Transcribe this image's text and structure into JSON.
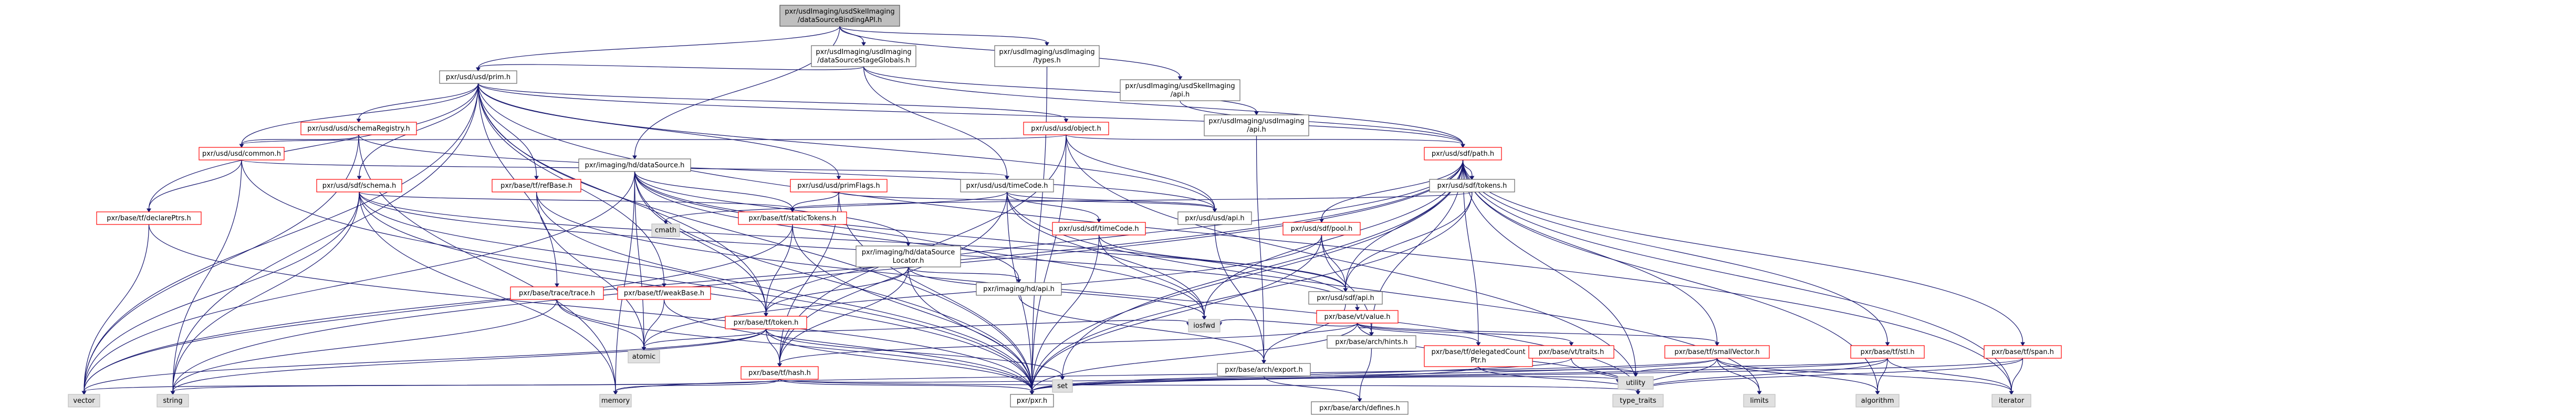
{
  "nodes": [
    {
      "id": "root",
      "style": "root",
      "lines": [
        "pxr/usdImaging/usdSkelImaging",
        "/dataSourceBindingAPI.h"
      ]
    },
    {
      "id": "dsStageGlobals",
      "style": "normal",
      "lines": [
        "pxr/usdImaging/usdImaging",
        "/dataSourceStageGlobals.h"
      ]
    },
    {
      "id": "types",
      "style": "normal",
      "lines": [
        "pxr/usdImaging/usdImaging",
        "/types.h"
      ]
    },
    {
      "id": "skelApi",
      "style": "normal",
      "lines": [
        "pxr/usdImaging/usdSkelImaging",
        "/api.h"
      ]
    },
    {
      "id": "prim",
      "style": "normal",
      "lines": [
        "pxr/usd/usd/prim.h"
      ]
    },
    {
      "id": "dataSource",
      "style": "normal",
      "lines": [
        "pxr/imaging/hd/dataSource.h"
      ]
    },
    {
      "id": "usdImagingApi",
      "style": "normal",
      "lines": [
        "pxr/usdImaging/usdImaging",
        "/api.h"
      ]
    },
    {
      "id": "schemaRegistry",
      "style": "red",
      "lines": [
        "pxr/usd/usd/schemaRegistry.h"
      ]
    },
    {
      "id": "object",
      "style": "red",
      "lines": [
        "pxr/usd/usd/object.h"
      ]
    },
    {
      "id": "common",
      "style": "red",
      "lines": [
        "pxr/usd/usd/common.h"
      ]
    },
    {
      "id": "path",
      "style": "red",
      "lines": [
        "pxr/usd/sdf/path.h"
      ]
    },
    {
      "id": "tokens",
      "style": "normal",
      "lines": [
        "pxr/usd/sdf/tokens.h"
      ]
    },
    {
      "id": "timeCode",
      "style": "normal",
      "lines": [
        "pxr/usd/usd/timeCode.h"
      ]
    },
    {
      "id": "primFlags",
      "style": "red",
      "lines": [
        "pxr/usd/usd/primFlags.h"
      ]
    },
    {
      "id": "refBase",
      "style": "red",
      "lines": [
        "pxr/base/tf/refBase.h"
      ]
    },
    {
      "id": "fileSchema",
      "style": "red",
      "lines": [
        "pxr/usd/sdf/schema.h"
      ]
    },
    {
      "id": "declarePtrs",
      "style": "red",
      "lines": [
        "pxr/base/tf/declarePtrs.h"
      ]
    },
    {
      "id": "staticTokens",
      "style": "red",
      "lines": [
        "pxr/base/tf/staticTokens.h"
      ]
    },
    {
      "id": "dsLocator",
      "style": "normal",
      "lines": [
        "pxr/imaging/hd/dataSource",
        "Locator.h"
      ]
    },
    {
      "id": "sdfTimeCode",
      "style": "red",
      "lines": [
        "pxr/usd/sdf/timeCode.h"
      ]
    },
    {
      "id": "pool",
      "style": "red",
      "lines": [
        "pxr/usd/sdf/pool.h"
      ]
    },
    {
      "id": "usdApi",
      "style": "normal",
      "lines": [
        "pxr/usd/usd/api.h"
      ]
    },
    {
      "id": "cmath",
      "style": "gray",
      "lines": [
        "cmath"
      ]
    },
    {
      "id": "hdApi",
      "style": "normal",
      "lines": [
        "pxr/imaging/hd/api.h"
      ]
    },
    {
      "id": "sdfApi",
      "style": "normal",
      "lines": [
        "pxr/usd/sdf/api.h"
      ]
    },
    {
      "id": "vtValue",
      "style": "red",
      "lines": [
        "pxr/base/vt/value.h"
      ]
    },
    {
      "id": "trace",
      "style": "red",
      "lines": [
        "pxr/base/trace/trace.h"
      ]
    },
    {
      "id": "weakBase",
      "style": "red",
      "lines": [
        "pxr/base/tf/weakBase.h"
      ]
    },
    {
      "id": "token",
      "style": "red",
      "lines": [
        "pxr/base/tf/token.h"
      ]
    },
    {
      "id": "iosfwd",
      "style": "gray",
      "lines": [
        "iosfwd"
      ]
    },
    {
      "id": "hints",
      "style": "normal",
      "lines": [
        "pxr/base/arch/hints.h"
      ]
    },
    {
      "id": "delegatedCount",
      "style": "red",
      "lines": [
        "pxr/base/tf/delegatedCount",
        "Ptr.h"
      ]
    },
    {
      "id": "traits",
      "style": "red",
      "lines": [
        "pxr/base/vt/traits.h"
      ]
    },
    {
      "id": "smallVector",
      "style": "red",
      "lines": [
        "pxr/base/tf/smallVector.h"
      ]
    },
    {
      "id": "tfHash",
      "style": "red",
      "lines": [
        "pxr/base/tf/hash.h"
      ]
    },
    {
      "id": "archExport",
      "style": "normal",
      "lines": [
        "pxr/base/arch/export.h"
      ]
    },
    {
      "id": "stl",
      "style": "red",
      "lines": [
        "pxr/base/tf/stl.h"
      ]
    },
    {
      "id": "span",
      "style": "red",
      "lines": [
        "pxr/base/tf/span.h"
      ]
    },
    {
      "id": "atomic",
      "style": "gray",
      "lines": [
        "atomic"
      ]
    },
    {
      "id": "vector",
      "style": "gray",
      "lines": [
        "vector"
      ]
    },
    {
      "id": "string",
      "style": "gray",
      "lines": [
        "string"
      ]
    },
    {
      "id": "memory",
      "style": "gray",
      "lines": [
        "memory"
      ]
    },
    {
      "id": "pxr",
      "style": "normal",
      "lines": [
        "pxr/pxr.h"
      ]
    },
    {
      "id": "set",
      "style": "gray",
      "lines": [
        "set"
      ]
    },
    {
      "id": "pxrDefines",
      "style": "normal",
      "lines": [
        "pxr/base/arch/defines.h"
      ]
    },
    {
      "id": "utility",
      "style": "gray",
      "lines": [
        "utility"
      ]
    },
    {
      "id": "typeTraits",
      "style": "gray",
      "lines": [
        "type_traits"
      ]
    },
    {
      "id": "limits",
      "style": "gray",
      "lines": [
        "limits"
      ]
    },
    {
      "id": "algorithm",
      "style": "gray",
      "lines": [
        "algorithm"
      ]
    },
    {
      "id": "iterator",
      "style": "gray",
      "lines": [
        "iterator"
      ]
    }
  ],
  "edges": [
    [
      "root",
      "dsStageGlobals"
    ],
    [
      "root",
      "types"
    ],
    [
      "root",
      "skelApi"
    ],
    [
      "root",
      "prim"
    ],
    [
      "root",
      "dataSource"
    ],
    [
      "dsStageGlobals",
      "prim"
    ],
    [
      "dsStageGlobals",
      "timeCode"
    ],
    [
      "dsStageGlobals",
      "usdImagingApi"
    ],
    [
      "dsStageGlobals",
      "path"
    ],
    [
      "types",
      "pxr"
    ],
    [
      "skelApi",
      "path"
    ],
    [
      "prim",
      "schemaRegistry"
    ],
    [
      "prim",
      "object"
    ],
    [
      "prim",
      "common"
    ],
    [
      "prim",
      "path"
    ],
    [
      "prim",
      "primFlags"
    ],
    [
      "prim",
      "refBase"
    ],
    [
      "prim",
      "fileSchema"
    ],
    [
      "prim",
      "declarePtrs"
    ],
    [
      "prim",
      "usdApi"
    ],
    [
      "prim",
      "token"
    ],
    [
      "prim",
      "weakBase"
    ],
    [
      "prim",
      "trace"
    ],
    [
      "prim",
      "vector"
    ],
    [
      "prim",
      "string"
    ],
    [
      "prim",
      "iterator"
    ],
    [
      "prim",
      "pxr"
    ],
    [
      "dataSource",
      "staticTokens"
    ],
    [
      "dataSource",
      "dsLocator"
    ],
    [
      "dataSource",
      "token"
    ],
    [
      "dataSource",
      "hdApi"
    ],
    [
      "dataSource",
      "vtValue"
    ],
    [
      "dataSource",
      "iosfwd"
    ],
    [
      "dataSource",
      "memory"
    ],
    [
      "dataSource",
      "atomic"
    ],
    [
      "dataSource",
      "vector"
    ],
    [
      "dataSource",
      "pxr"
    ],
    [
      "usdImagingApi",
      "archExport"
    ],
    [
      "schemaRegistry",
      "common"
    ],
    [
      "schemaRegistry",
      "usdApi"
    ],
    [
      "schemaRegistry",
      "memory"
    ],
    [
      "schemaRegistry",
      "vector"
    ],
    [
      "object",
      "common"
    ],
    [
      "object",
      "path"
    ],
    [
      "object",
      "usdApi"
    ],
    [
      "object",
      "tfHash"
    ],
    [
      "object",
      "typeTraits"
    ],
    [
      "object",
      "pxr"
    ],
    [
      "common",
      "timeCode"
    ],
    [
      "common",
      "declarePtrs"
    ],
    [
      "common",
      "string"
    ],
    [
      "common",
      "pxr"
    ],
    [
      "path",
      "tokens"
    ],
    [
      "path",
      "pool"
    ],
    [
      "path",
      "sdfApi"
    ],
    [
      "path",
      "delegatedCount"
    ],
    [
      "path",
      "smallVector"
    ],
    [
      "path",
      "stl"
    ],
    [
      "path",
      "span"
    ],
    [
      "path",
      "hints"
    ],
    [
      "path",
      "token"
    ],
    [
      "path",
      "iosfwd"
    ],
    [
      "path",
      "set"
    ],
    [
      "path",
      "string"
    ],
    [
      "path",
      "vector"
    ],
    [
      "path",
      "utility"
    ],
    [
      "path",
      "algorithm"
    ],
    [
      "path",
      "iterator"
    ],
    [
      "path",
      "pxr"
    ],
    [
      "tokens",
      "staticTokens"
    ],
    [
      "tokens",
      "sdfApi"
    ],
    [
      "tokens",
      "pxr"
    ],
    [
      "timeCode",
      "sdfTimeCode"
    ],
    [
      "timeCode",
      "usdApi"
    ],
    [
      "timeCode",
      "tfHash"
    ],
    [
      "timeCode",
      "iosfwd"
    ],
    [
      "timeCode",
      "cmath"
    ],
    [
      "timeCode",
      "limits"
    ],
    [
      "timeCode",
      "pxr"
    ],
    [
      "primFlags",
      "usdApi"
    ],
    [
      "primFlags",
      "tfHash"
    ],
    [
      "primFlags",
      "staticTokens"
    ],
    [
      "primFlags",
      "pxr"
    ],
    [
      "refBase",
      "atomic"
    ],
    [
      "refBase",
      "pxr"
    ],
    [
      "refBase",
      "typeTraits"
    ],
    [
      "fileSchema",
      "staticTokens"
    ],
    [
      "fileSchema",
      "vtValue"
    ],
    [
      "fileSchema",
      "token"
    ],
    [
      "fileSchema",
      "sdfApi"
    ],
    [
      "fileSchema",
      "memory"
    ],
    [
      "fileSchema",
      "vector"
    ],
    [
      "fileSchema",
      "string"
    ],
    [
      "fileSchema",
      "pxr"
    ],
    [
      "declarePtrs",
      "vector"
    ],
    [
      "declarePtrs",
      "pxr"
    ],
    [
      "staticTokens",
      "token"
    ],
    [
      "staticTokens",
      "vector"
    ],
    [
      "staticTokens",
      "pxr"
    ],
    [
      "dsLocator",
      "hdApi"
    ],
    [
      "dsLocator",
      "token"
    ],
    [
      "dsLocator",
      "tfHash"
    ],
    [
      "dsLocator",
      "iosfwd"
    ],
    [
      "dsLocator",
      "pxr"
    ],
    [
      "sdfTimeCode",
      "sdfApi"
    ],
    [
      "sdfTimeCode",
      "iosfwd"
    ],
    [
      "sdfTimeCode",
      "pxr"
    ],
    [
      "pool",
      "sdfApi"
    ],
    [
      "pool",
      "hints"
    ],
    [
      "pool",
      "atomic"
    ],
    [
      "pool",
      "pxr"
    ],
    [
      "usdApi",
      "archExport"
    ],
    [
      "hdApi",
      "archExport"
    ],
    [
      "sdfApi",
      "archExport"
    ],
    [
      "vtValue",
      "hints"
    ],
    [
      "vtValue",
      "traits"
    ],
    [
      "vtValue",
      "delegatedCount"
    ],
    [
      "vtValue",
      "tfHash"
    ],
    [
      "vtValue",
      "smallVector"
    ],
    [
      "vtValue",
      "typeTraits"
    ],
    [
      "vtValue",
      "iosfwd"
    ],
    [
      "vtValue",
      "pxr"
    ],
    [
      "trace",
      "atomic"
    ],
    [
      "trace",
      "pxr"
    ],
    [
      "trace",
      "string"
    ],
    [
      "weakBase",
      "pxr"
    ],
    [
      "weakBase",
      "atomic"
    ],
    [
      "token",
      "tfHash"
    ],
    [
      "token",
      "iosfwd"
    ],
    [
      "token",
      "vector"
    ],
    [
      "token",
      "set"
    ],
    [
      "token",
      "string"
    ],
    [
      "token",
      "atomic"
    ],
    [
      "token",
      "pxr"
    ],
    [
      "hints",
      "pxrDefines"
    ],
    [
      "delegatedCount",
      "utility"
    ],
    [
      "delegatedCount",
      "typeTraits"
    ],
    [
      "delegatedCount",
      "pxr"
    ],
    [
      "traits",
      "typeTraits"
    ],
    [
      "traits",
      "pxr"
    ],
    [
      "smallVector",
      "typeTraits"
    ],
    [
      "smallVector",
      "limits"
    ],
    [
      "smallVector",
      "memory"
    ],
    [
      "smallVector",
      "iterator"
    ],
    [
      "smallVector",
      "algorithm"
    ],
    [
      "smallVector",
      "pxr"
    ],
    [
      "tfHash",
      "memory"
    ],
    [
      "tfHash",
      "string"
    ],
    [
      "tfHash",
      "vector"
    ],
    [
      "tfHash",
      "utility"
    ],
    [
      "tfHash",
      "typeTraits"
    ],
    [
      "tfHash",
      "pxr"
    ],
    [
      "archExport",
      "pxrDefines"
    ],
    [
      "stl",
      "utility"
    ],
    [
      "stl",
      "algorithm"
    ],
    [
      "stl",
      "iterator"
    ],
    [
      "stl",
      "pxr"
    ],
    [
      "stl",
      "typeTraits"
    ],
    [
      "span",
      "iterator"
    ],
    [
      "span",
      "typeTraits"
    ],
    [
      "span",
      "pxr"
    ]
  ]
}
